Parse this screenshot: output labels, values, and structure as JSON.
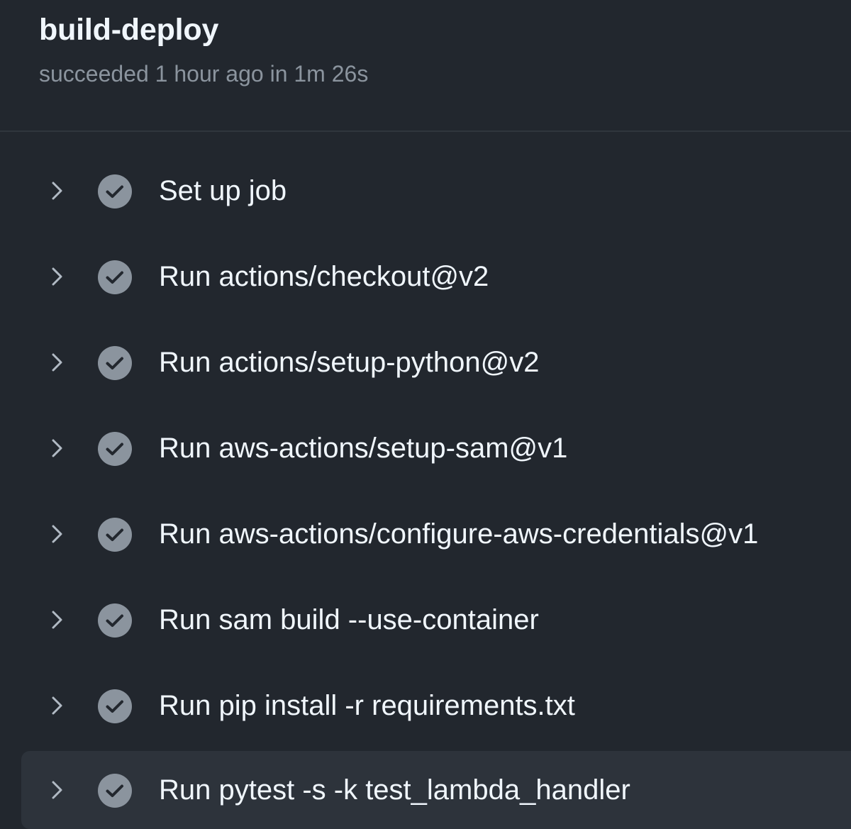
{
  "job": {
    "title": "build-deploy",
    "status": "succeeded 1 hour ago in 1m 26s"
  },
  "steps": [
    {
      "label": "Set up job",
      "icon": "check-circle-icon",
      "state": "success",
      "expanded": false,
      "selected": false
    },
    {
      "label": "Run actions/checkout@v2",
      "icon": "check-circle-icon",
      "state": "success",
      "expanded": false,
      "selected": false
    },
    {
      "label": "Run actions/setup-python@v2",
      "icon": "check-circle-icon",
      "state": "success",
      "expanded": false,
      "selected": false
    },
    {
      "label": "Run aws-actions/setup-sam@v1",
      "icon": "check-circle-icon",
      "state": "success",
      "expanded": false,
      "selected": false
    },
    {
      "label": "Run aws-actions/configure-aws-credentials@v1",
      "icon": "check-circle-icon",
      "state": "success",
      "expanded": false,
      "selected": false
    },
    {
      "label": "Run sam build --use-container",
      "icon": "check-circle-icon",
      "state": "success",
      "expanded": false,
      "selected": false
    },
    {
      "label": "Run pip install -r requirements.txt",
      "icon": "check-circle-icon",
      "state": "success",
      "expanded": false,
      "selected": false
    },
    {
      "label": "Run pytest -s -k test_lambda_handler",
      "icon": "check-circle-icon",
      "state": "success",
      "expanded": false,
      "selected": true
    }
  ],
  "colors": {
    "background": "#22272e",
    "selected_row": "#2d333b",
    "text_primary": "#f0f6fc",
    "text_muted": "#8b949e",
    "success_icon": "#8b949e",
    "divider": "#30363d"
  }
}
